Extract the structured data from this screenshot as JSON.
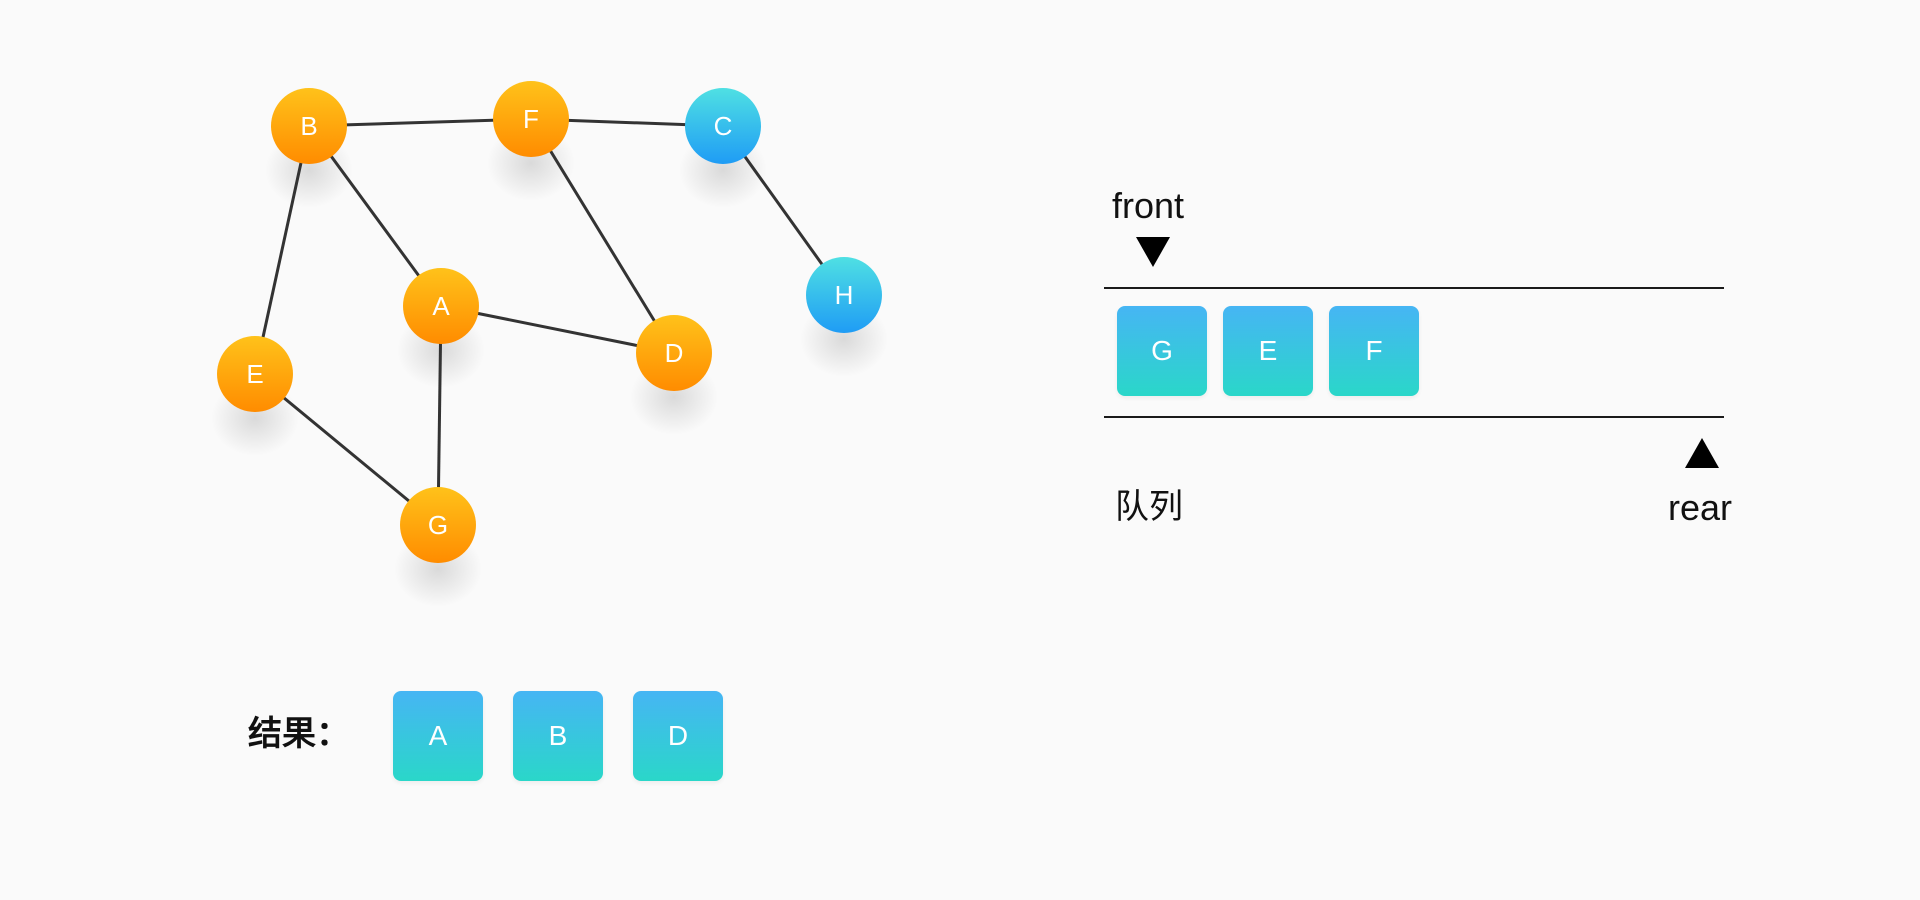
{
  "graph": {
    "nodes": [
      {
        "id": "B",
        "label": "B",
        "color": "orange"
      },
      {
        "id": "F",
        "label": "F",
        "color": "orange"
      },
      {
        "id": "C",
        "label": "C",
        "color": "blue"
      },
      {
        "id": "H",
        "label": "H",
        "color": "blue"
      },
      {
        "id": "A",
        "label": "A",
        "color": "orange"
      },
      {
        "id": "D",
        "label": "D",
        "color": "orange"
      },
      {
        "id": "E",
        "label": "E",
        "color": "orange"
      },
      {
        "id": "G",
        "label": "G",
        "color": "orange"
      }
    ],
    "edges": [
      [
        "B",
        "F"
      ],
      [
        "F",
        "C"
      ],
      [
        "C",
        "H"
      ],
      [
        "B",
        "A"
      ],
      [
        "B",
        "E"
      ],
      [
        "F",
        "D"
      ],
      [
        "A",
        "D"
      ],
      [
        "A",
        "G"
      ],
      [
        "E",
        "G"
      ]
    ],
    "colors": {
      "orange_top": "#ffc21a",
      "orange_bottom": "#ff8c00",
      "blue_top": "#4fe0e3",
      "blue_bottom": "#1f9cf5",
      "edge": "#333333"
    }
  },
  "queue": {
    "front_label": "front",
    "rear_label": "rear",
    "title": "队列",
    "items": [
      "G",
      "E",
      "F"
    ]
  },
  "result": {
    "label": "结果：",
    "items": [
      "A",
      "B",
      "D"
    ]
  }
}
